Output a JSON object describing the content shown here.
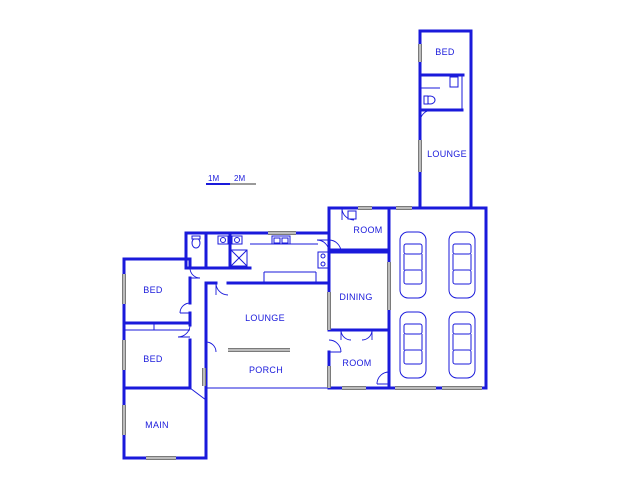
{
  "rooms": {
    "bed_top": "BED",
    "lounge_right": "LOUNGE",
    "room_top": "ROOM",
    "bed_1": "BED",
    "lounge_main": "LOUNGE",
    "dining": "DINING",
    "bed_2": "BED",
    "porch": "PORCH",
    "room_bottom": "ROOM",
    "main": "MAIN"
  },
  "scale": {
    "label_1m": "1M",
    "label_2m": "2M"
  },
  "colors": {
    "wall": "#1a1adb",
    "window": "#7a7a7a",
    "background": "#ffffff"
  },
  "icons": [
    "car-icon",
    "toilet-icon",
    "basin-icon",
    "sink-icon",
    "stove-icon",
    "shower-icon",
    "door-swing-icon"
  ]
}
